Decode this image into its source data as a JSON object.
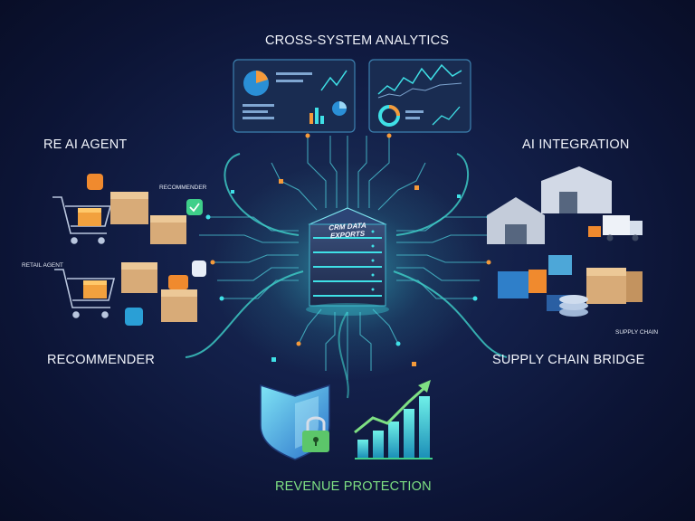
{
  "title": "CROSS-SYSTEM ANALYTICS",
  "center": {
    "line1": "CRM DATA",
    "line2": "EXPORTS"
  },
  "left": {
    "top_label": "RE AI AGENT",
    "bottom_label": "RECOMMENDER",
    "tag_recommender": "RECOMMENDER",
    "tag_retail": "RETAIL AGENT"
  },
  "right": {
    "top_label": "AI INTEGRATION",
    "bottom_label": "SUPPLY CHAIN BRIDGE",
    "tag_supply": "SUPPLY CHAIN"
  },
  "bottom": {
    "label": "REVENUE PROTECTION"
  },
  "colors": {
    "accent_cyan": "#3fe0e6",
    "accent_orange": "#f59a3a",
    "accent_green": "#7ee083",
    "background": "#0c1330"
  }
}
